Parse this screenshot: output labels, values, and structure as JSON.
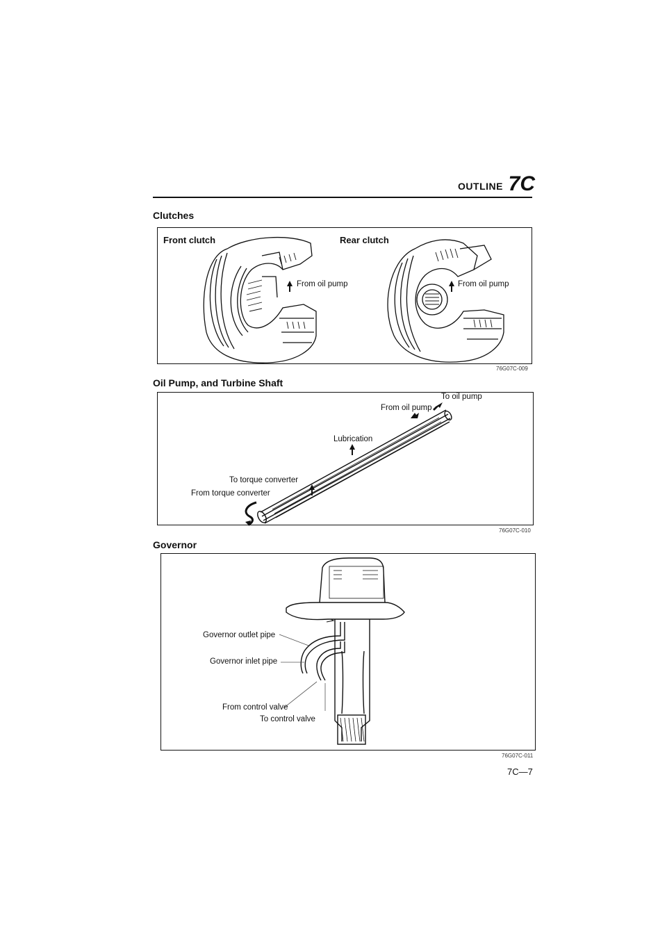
{
  "header": {
    "section_word": "OUTLINE",
    "section_number": "7C"
  },
  "sections": {
    "clutches": {
      "title": "Clutches",
      "figure_code": "76G07C-009",
      "labels": {
        "front_clutch": "Front clutch",
        "rear_clutch": "Rear clutch",
        "front_from_oil_pump": "From oil pump",
        "rear_from_oil_pump": "From oil pump"
      }
    },
    "oil_pump": {
      "title": "Oil Pump, and Turbine Shaft",
      "figure_code": "76G07C-010",
      "labels": {
        "to_oil_pump": "To oil pump",
        "from_oil_pump": "From oil pump",
        "lubrication": "Lubrication",
        "to_torque_converter": "To torque converter",
        "from_torque_converter": "From torque converter"
      }
    },
    "governor": {
      "title": "Governor",
      "figure_code": "76G07C-011",
      "labels": {
        "outlet_pipe": "Governor outlet pipe",
        "inlet_pipe": "Governor inlet pipe",
        "from_control_valve": "From control valve",
        "to_control_valve": "To control valve"
      }
    }
  },
  "page_number": "7C—7"
}
